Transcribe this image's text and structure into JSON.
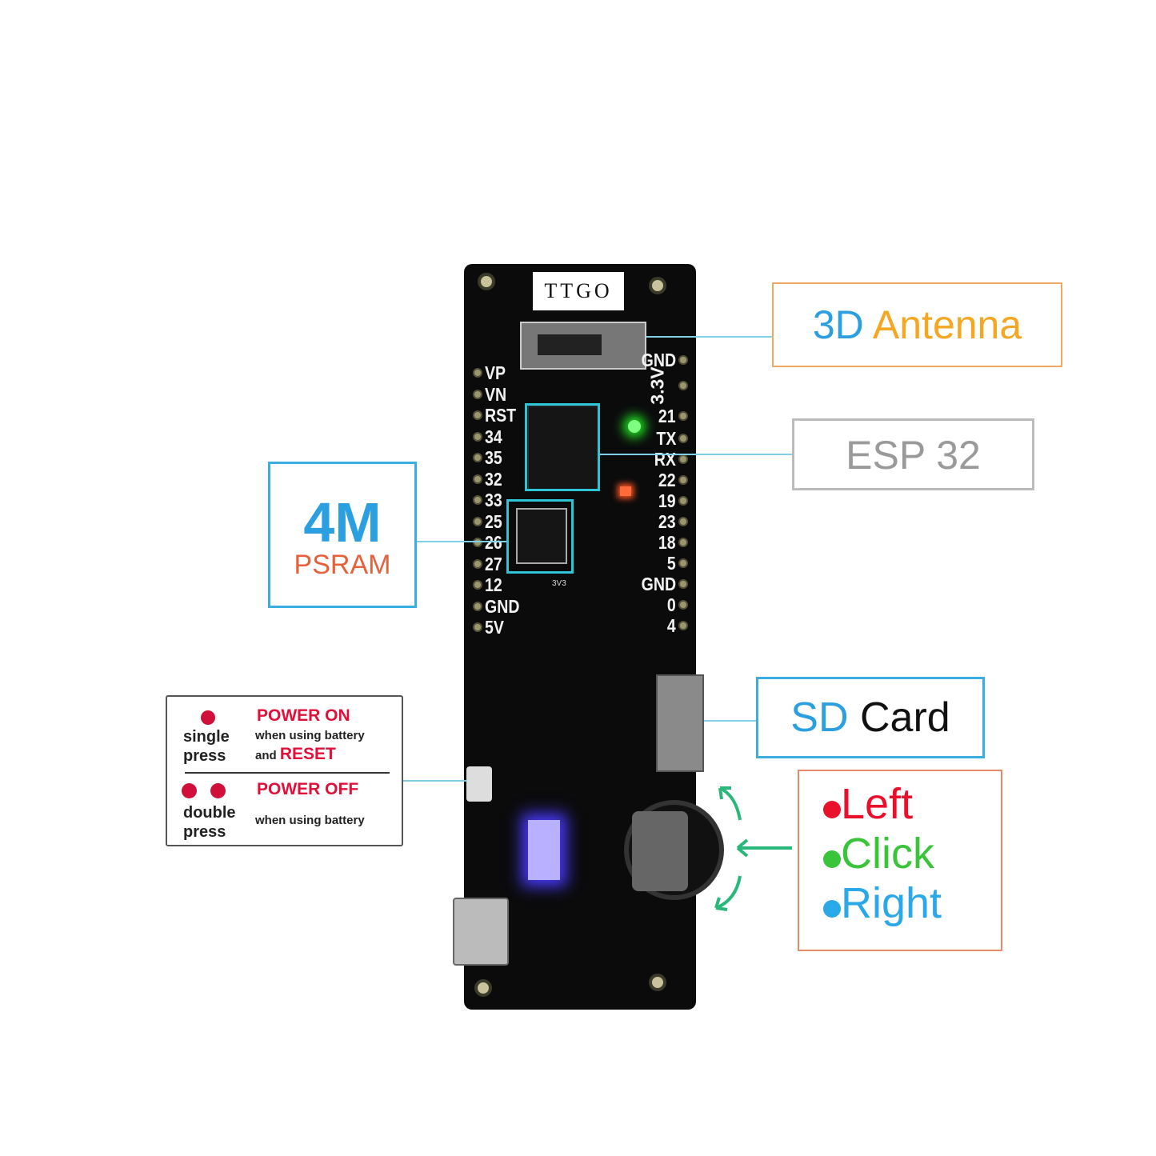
{
  "board": {
    "label": "TTGO",
    "silkscreen_3v3": "3V3",
    "left_pins": [
      "VP",
      "VN",
      "RST",
      "34",
      "35",
      "32",
      "33",
      "25",
      "26",
      "27",
      "12",
      "GND",
      "5V"
    ],
    "right_pins": [
      "GND",
      "3.3V",
      "21",
      "TX",
      "RX",
      "22",
      "19",
      "23",
      "18",
      "5",
      "GND",
      "0",
      "4"
    ]
  },
  "callouts": {
    "antenna": {
      "part1": "3D",
      "part2": "Antenna"
    },
    "esp": {
      "label": "ESP 32"
    },
    "psram": {
      "size": "4M",
      "label": "PSRAM"
    },
    "sd": {
      "part1": "SD",
      "part2": "Card"
    },
    "wheel": {
      "items": [
        "Left",
        "Click",
        "Right"
      ]
    },
    "power": {
      "single_action": "POWER ON",
      "single_note": "when using battery",
      "single_and": "and",
      "single_reset": "RESET",
      "single_label_1": "single",
      "single_label_2": "press",
      "double_action": "POWER OFF",
      "double_note": "when using battery",
      "double_label_1": "double",
      "double_label_2": "press"
    }
  },
  "colors": {
    "blue": "#2b9fe0",
    "orange": "#f5a623",
    "red": "#e8102a",
    "green": "#3ac43a",
    "gray": "#9a9a9a"
  }
}
